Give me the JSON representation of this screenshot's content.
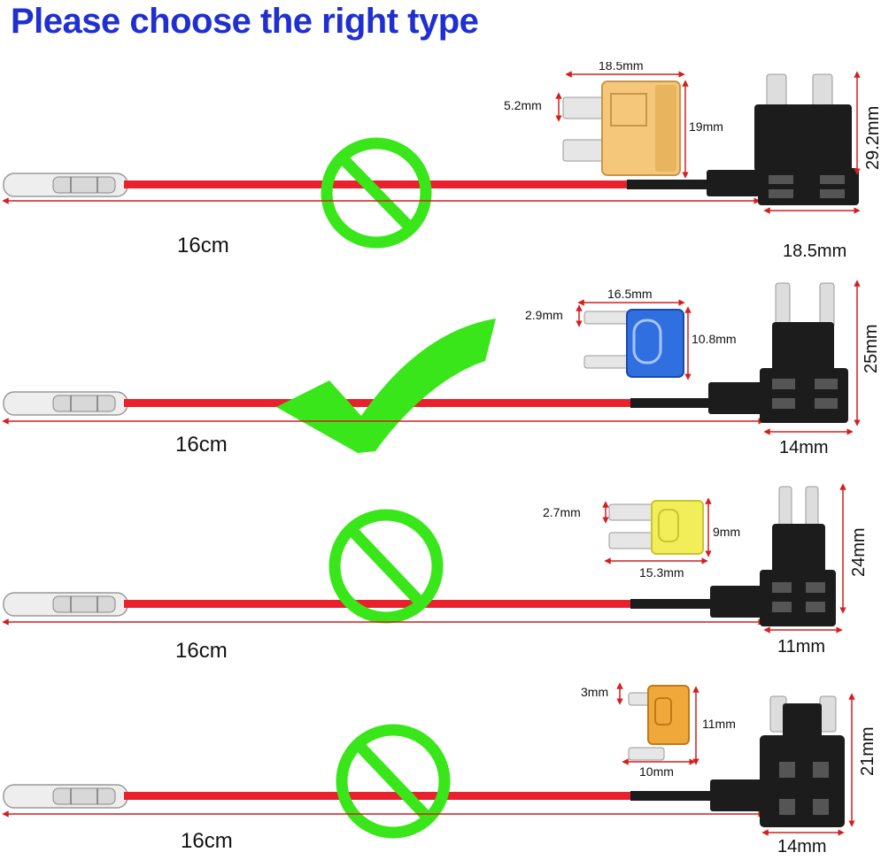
{
  "title": "Please choose the right type",
  "colors": {
    "title": "#1f2fd1",
    "wire": "#e8212d",
    "dimension": "#d41f1f",
    "symbol": "#39e61a",
    "holder": "#1c1c1c"
  },
  "rows": [
    {
      "status": "prohibited",
      "symbol_icon": "no-sign-icon",
      "fuse_color": "#f4c77a",
      "wire_length": "16cm",
      "fuse_width": "18.5mm",
      "blade_width": "5.2mm",
      "fuse_height": "19mm",
      "holder_height": "29.2mm",
      "holder_width": "18.5mm"
    },
    {
      "status": "correct",
      "symbol_icon": "checkmark-icon",
      "fuse_color": "#2f6fe0",
      "wire_length": "16cm",
      "fuse_width": "16.5mm",
      "blade_width": "2.9mm",
      "fuse_height": "10.8mm",
      "holder_height": "25mm",
      "holder_width": "14mm"
    },
    {
      "status": "prohibited",
      "symbol_icon": "no-sign-icon",
      "fuse_color": "#f2ee5a",
      "wire_length": "16cm",
      "fuse_width": "15.3mm",
      "blade_width": "2.7mm",
      "fuse_height": "9mm",
      "holder_height": "24mm",
      "holder_width": "11mm"
    },
    {
      "status": "prohibited",
      "symbol_icon": "no-sign-icon",
      "fuse_color": "#f0a83a",
      "wire_length": "16cm",
      "fuse_width": "10mm",
      "blade_width": "3mm",
      "fuse_height": "11mm",
      "holder_height": "21mm",
      "holder_width": "14mm"
    }
  ]
}
